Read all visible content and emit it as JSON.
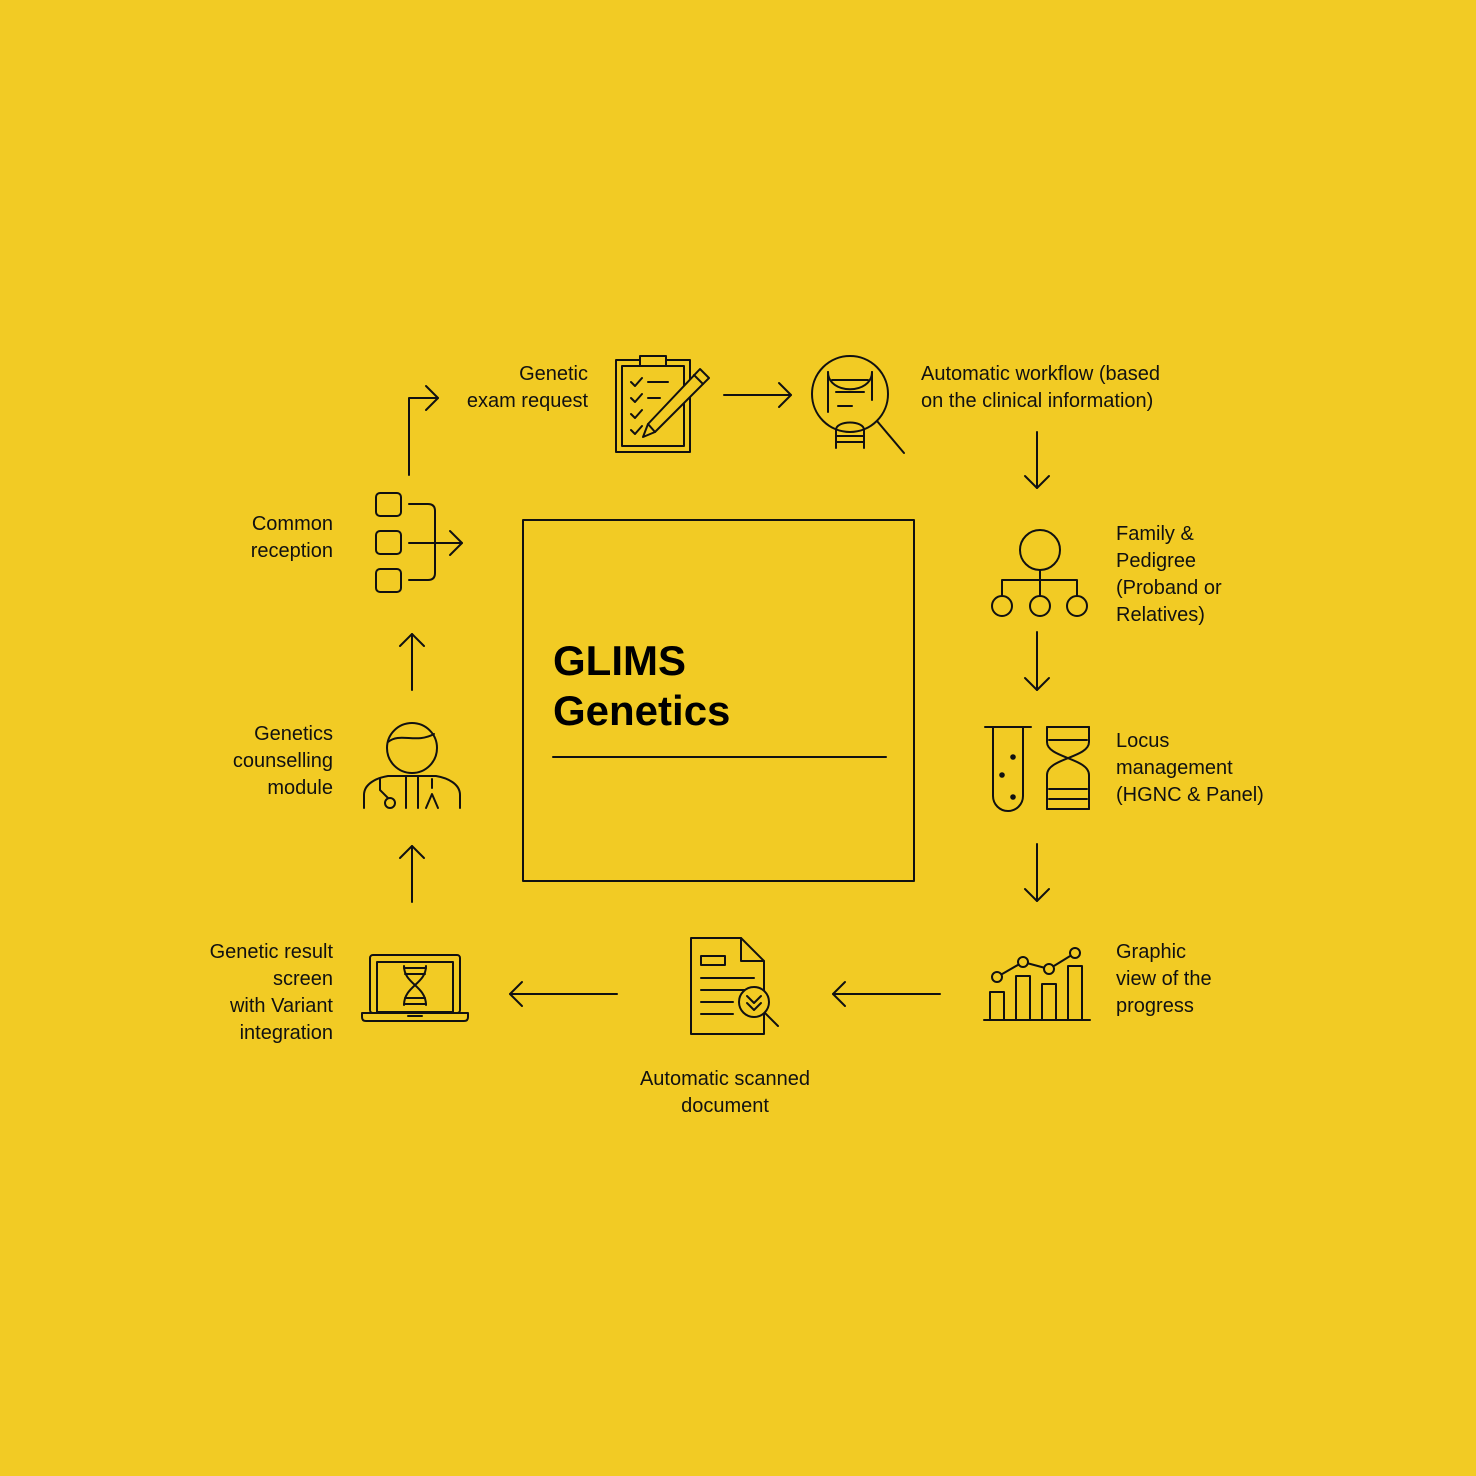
{
  "title": "GLIMS\nGenetics",
  "colors": {
    "background": "#f2cb24",
    "ink": "#111111"
  },
  "steps": {
    "exam_request": {
      "label": "Genetic\nexam request",
      "icon": "clipboard-checklist-pen-icon"
    },
    "automatic_workflow": {
      "label": "Automatic workflow (based\non the clinical information)",
      "icon": "dna-magnifier-icon"
    },
    "family_pedigree": {
      "label": "Family &\nPedigree\n(Proband or\nRelatives)",
      "icon": "pedigree-tree-icon"
    },
    "locus_management": {
      "label": "Locus\nmanagement\n(HGNC & Panel)",
      "icon": "test-tube-dna-icon"
    },
    "graphic_progress": {
      "label": "Graphic\nview of the\nprogress",
      "icon": "bar-chart-trend-icon"
    },
    "scanned_document": {
      "label": "Automatic scanned\ndocument",
      "icon": "document-scan-icon"
    },
    "result_screen": {
      "label": "Genetic result\nscreen\nwith Variant\nintegration",
      "icon": "laptop-dna-icon"
    },
    "counselling_module": {
      "label": "Genetics\ncounselling\nmodule",
      "icon": "doctor-stethoscope-icon"
    },
    "common_reception": {
      "label": "Common\nreception",
      "icon": "checkbox-list-icon"
    }
  }
}
